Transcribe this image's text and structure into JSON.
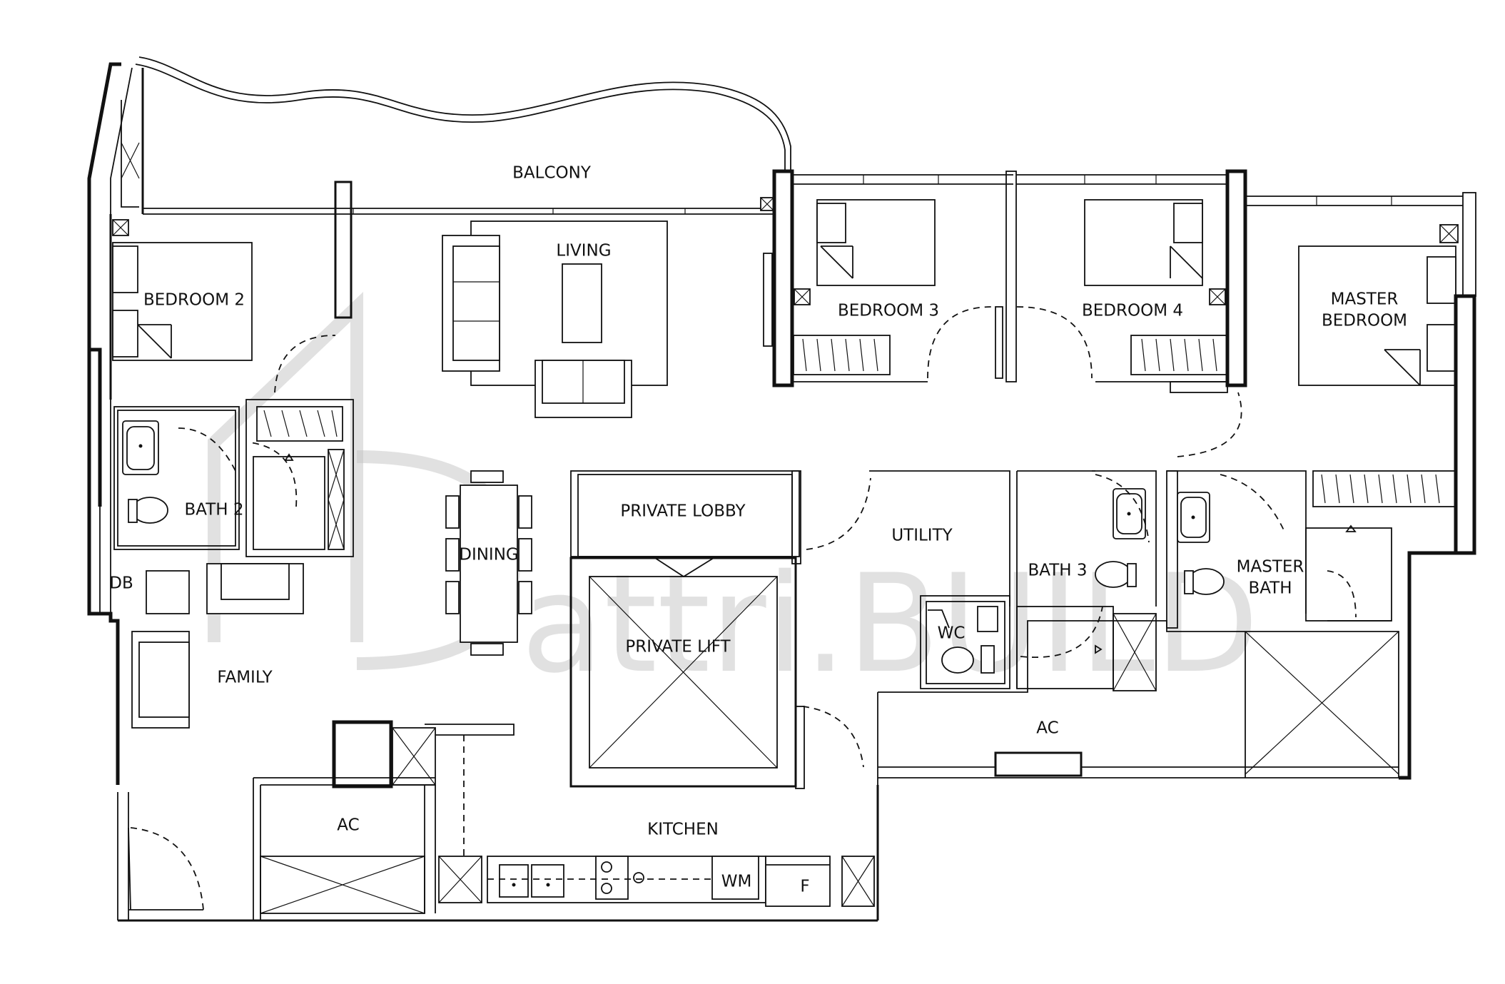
{
  "rooms": {
    "balcony": "BALCONY",
    "living": "LIVING",
    "bedroom2": "BEDROOM 2",
    "bedroom3": "BEDROOM 3",
    "bedroom4": "BEDROOM 4",
    "master_bedroom_line1": "MASTER",
    "master_bedroom_line2": "BEDROOM",
    "bath2": "BATH 2",
    "dining": "DINING",
    "private_lobby": "PRIVATE LOBBY",
    "private_lift": "PRIVATE LIFT",
    "utility": "UTILITY",
    "bath3": "BATH 3",
    "master_bath_line1": "MASTER",
    "master_bath_line2": "BATH",
    "wc": "WC",
    "db": "DB",
    "family": "FAMILY",
    "ac_right": "AC",
    "ac_left": "AC",
    "kitchen": "KITCHEN",
    "wm": "WM",
    "fridge": "F"
  },
  "watermark": {
    "text": "attri.BUILD",
    "icon": "d-house-logo-icon"
  }
}
